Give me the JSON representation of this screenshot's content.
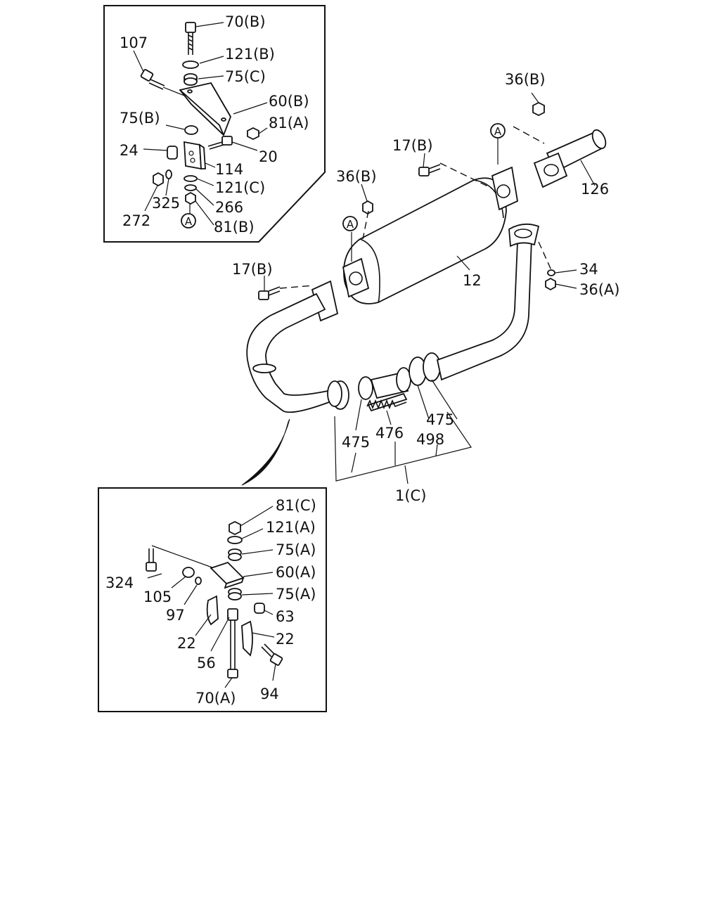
{
  "colors": {
    "ink": "#111111",
    "background": "#ffffff"
  },
  "top_inset": {
    "labels": {
      "l70b": "70(B)",
      "l107": "107",
      "l121b": "121(B)",
      "l75c": "75(C)",
      "l60b": "60(B)",
      "l75b": "75(B)",
      "l81a": "81(A)",
      "l24": "24",
      "l20": "20",
      "l114": "114",
      "l121c": "121(C)",
      "l325": "325",
      "l266": "266",
      "l272": "272",
      "l81b": "81(B)",
      "marker": "A"
    }
  },
  "main": {
    "labels": {
      "l36b_top": "36(B)",
      "marker_a_right": "A",
      "l17b_top": "17(B)",
      "l126": "126",
      "l36b_mid": "36(B)",
      "marker_a_left": "A",
      "l17b_left": "17(B)",
      "l12": "12",
      "l34": "34",
      "l36a": "36(A)",
      "l475_right": "475",
      "l475_left": "475",
      "l476": "476",
      "l498": "498",
      "l1c": "1(C)"
    }
  },
  "bottom_inset": {
    "labels": {
      "l81c": "81(C)",
      "l121a": "121(A)",
      "l75a_top": "75(A)",
      "l60a": "60(A)",
      "l324": "324",
      "l105": "105",
      "l75a_bottom": "75(A)",
      "l97": "97",
      "l63": "63",
      "l22_left": "22",
      "l22_right": "22",
      "l56": "56",
      "l70a": "70(A)",
      "l94": "94"
    }
  }
}
